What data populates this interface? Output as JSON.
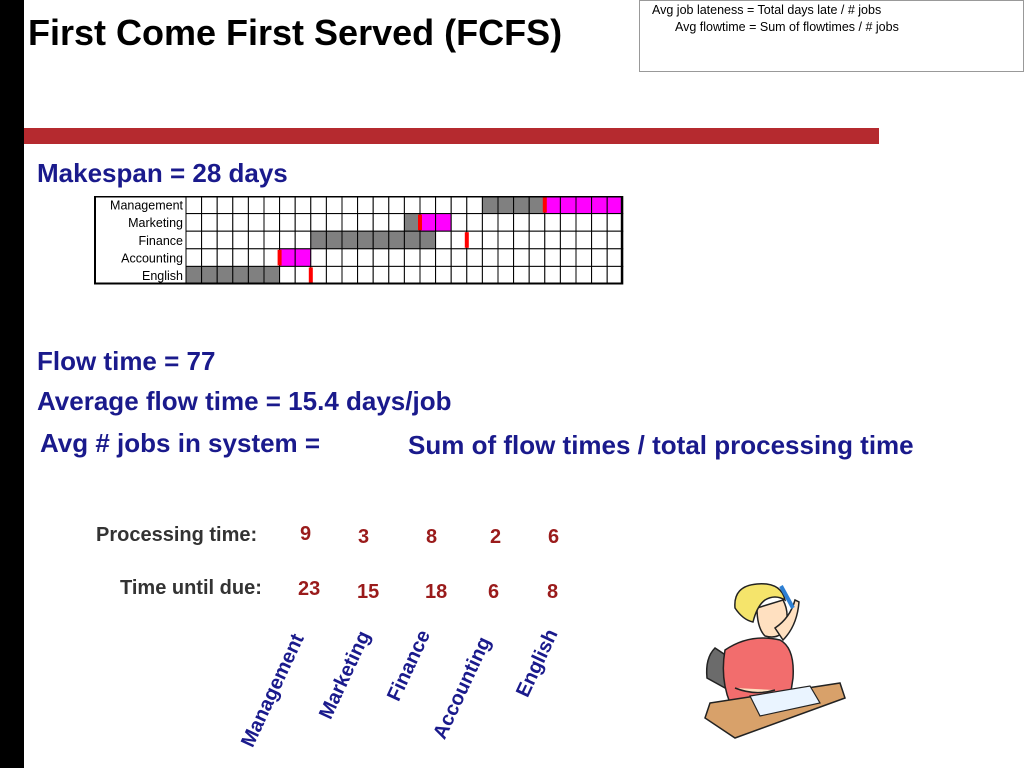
{
  "slide": {
    "title": "First Come First Served (FCFS)",
    "notes_line1": "Avg job lateness = Total days late / # jobs",
    "notes_line2": "Avg flowtime = Sum of flowtimes / # jobs",
    "makespan": "Makespan = 28 days",
    "flow_time": "Flow time = 77",
    "avg_flow_time": "Average flow time = 15.4 days/job",
    "avg_jobs_label": "Avg # jobs in system =",
    "avg_jobs_formula": "Sum of flow times / total processing time",
    "processing_label": "Processing time:",
    "due_label": "Time until due:",
    "processing_values": [
      "9",
      "3",
      "8",
      "2",
      "6"
    ],
    "due_values": [
      "23",
      "15",
      "18",
      "6",
      "8"
    ],
    "job_names": [
      "Management",
      "Marketing",
      "Finance",
      "Accounting",
      "English"
    ]
  },
  "colors": {
    "title_blue": "#1a1a8c",
    "accent_red": "#b52a2f",
    "late_magenta": "#ff00ff",
    "processing_gray": "#808080",
    "due_red": "#ff0000"
  },
  "gantt": {
    "days": 28,
    "rows": [
      {
        "label": "Management",
        "start": 19,
        "end": 28,
        "due": 23
      },
      {
        "label": "Marketing",
        "start": 14,
        "end": 17,
        "due": 15
      },
      {
        "label": "Finance",
        "start": 8,
        "end": 16,
        "due": 18
      },
      {
        "label": "Accounting",
        "start": 6,
        "end": 8,
        "due": 6
      },
      {
        "label": "English",
        "start": 0,
        "end": 6,
        "due": 8
      }
    ]
  }
}
